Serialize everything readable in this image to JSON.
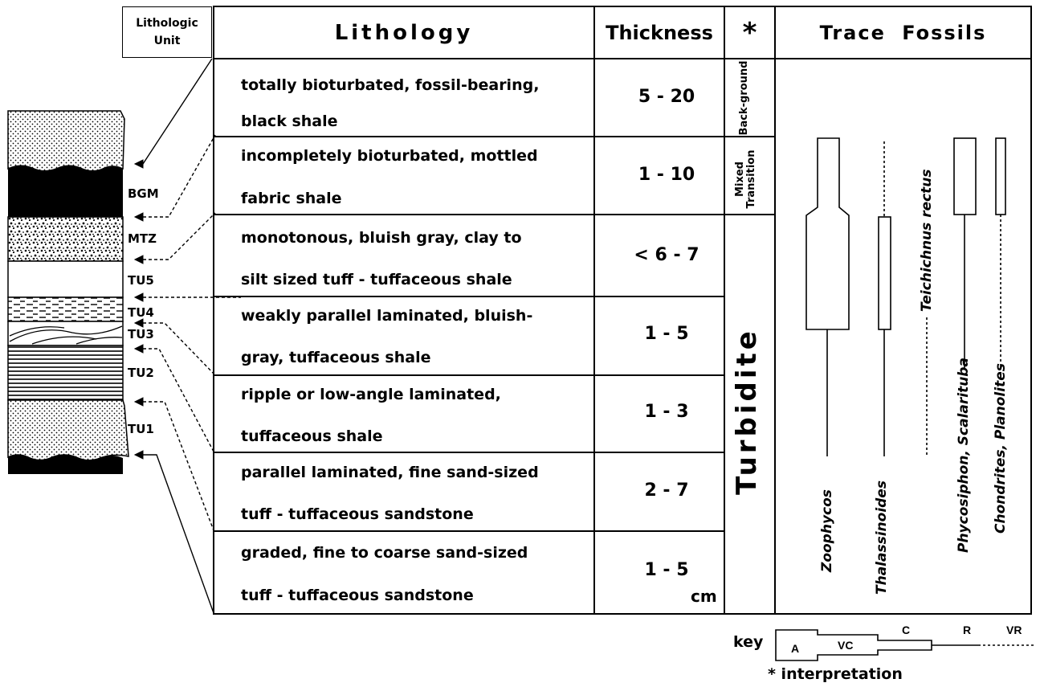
{
  "header": {
    "unit_label": "Lithologic Unit",
    "lithology": "Lithology",
    "thickness": "Thickness",
    "interp_symbol": "*",
    "trace_fossils": "Trace Fossils"
  },
  "column_units": [
    "BGM",
    "MTZ",
    "TU5",
    "TU4",
    "TU3",
    "TU2",
    "TU1"
  ],
  "rows": [
    {
      "line1": "totally bioturbated, fossil-bearing,",
      "line2": "black shale",
      "thickness": "5 - 20"
    },
    {
      "line1": "incompletely bioturbated, mottled",
      "line2": "fabric shale",
      "thickness": "1 - 10"
    },
    {
      "line1": "monotonous, bluish gray, clay to",
      "line2": "silt sized tuff - tuffaceous shale",
      "thickness": "< 6 - 7"
    },
    {
      "line1": "weakly parallel laminated, bluish-",
      "line2": "gray, tuffaceous shale",
      "thickness": "1 - 5"
    },
    {
      "line1": "ripple or low-angle laminated,",
      "line2": "tuffaceous shale",
      "thickness": "1 - 3"
    },
    {
      "line1": "parallel laminated, fine sand-sized",
      "line2": "tuff - tuffaceous sandstone",
      "thickness": "2 - 7"
    },
    {
      "line1": "graded, fine to coarse sand-sized",
      "line2": "tuff - tuffaceous sandstone",
      "thickness": "1 - 5"
    }
  ],
  "thickness_unit": "cm",
  "interpretation": {
    "background": "Back-ground",
    "mixed": "Mixed Transition",
    "turbidite": "Turbidite"
  },
  "fossils": {
    "zoophycos": "Zoophycos",
    "thalassinoides": "Thalassinoides",
    "teichichnus": "Teichichnus rectus",
    "phycosiphon": "Phycosiphon, Scalarituba",
    "chondrites": "Chondrites, Planolites"
  },
  "key": {
    "label": "key",
    "A": "A",
    "VC": "VC",
    "C": "C",
    "R": "R",
    "VR": "VR",
    "interpretation_note": "* interpretation"
  },
  "colors": {
    "ink": "#000000",
    "paper": "#ffffff"
  }
}
